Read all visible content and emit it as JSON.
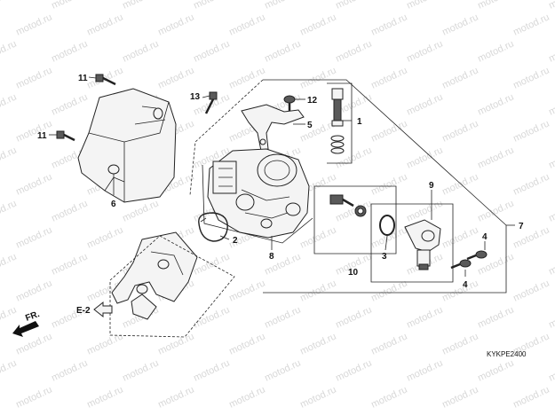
{
  "watermark": "motod.ru",
  "diagram_code": "KYKPE2400",
  "reference": {
    "label": "E-2"
  },
  "direction_label": "FR.",
  "callouts": [
    {
      "id": "c11a",
      "text": "11"
    },
    {
      "id": "c11b",
      "text": "11"
    },
    {
      "id": "c6",
      "text": "6"
    },
    {
      "id": "c13",
      "text": "13"
    },
    {
      "id": "c12",
      "text": "12"
    },
    {
      "id": "c5",
      "text": "5"
    },
    {
      "id": "c1",
      "text": "1"
    },
    {
      "id": "c2",
      "text": "2"
    },
    {
      "id": "c8",
      "text": "8"
    },
    {
      "id": "c9",
      "text": "9"
    },
    {
      "id": "c3",
      "text": "3"
    },
    {
      "id": "c10",
      "text": "10"
    },
    {
      "id": "c4a",
      "text": "4"
    },
    {
      "id": "c4b",
      "text": "4"
    },
    {
      "id": "c7",
      "text": "7"
    }
  ]
}
